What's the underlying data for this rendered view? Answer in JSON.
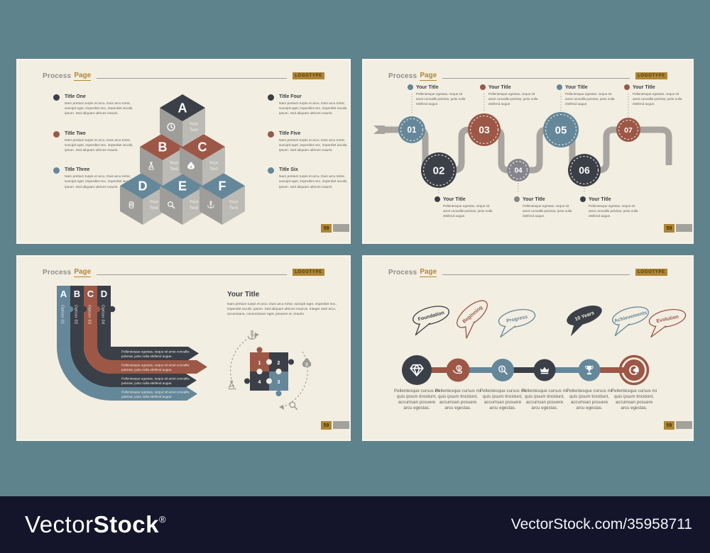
{
  "page": {
    "background_color": "#5f838c",
    "watermark": {
      "brand_thin": "Vector",
      "brand_bold": "Stock",
      "registered": "®",
      "site_ref": "VectorStock.com/35958711",
      "bar_color": "#14142a"
    }
  },
  "colors": {
    "slide_bg": "#f2eee1",
    "dark": "#3b3f47",
    "red": "#9c5746",
    "blue": "#64879a",
    "gray": "#85848c",
    "path": "#a8a5a0",
    "gold": "#af8534",
    "face_left": "#9e9d9a",
    "face_right": "#bcbab5",
    "icon_gray": "#9b9a95",
    "text_dark": "#3a3e46",
    "text_body": "#5e5e60"
  },
  "slides": {
    "cubes": {
      "header": {
        "left": "Process",
        "accent": "Page",
        "logotype": "LOGOTYPE"
      },
      "page_number": "59",
      "left_items": [
        {
          "title": "Title One",
          "dot_color": "dark",
          "body": "Nam pretium turpis et arcu. Duis arcu tortor, suscipit eget, imperdiet nec, imperdiet iaculis, ipsum. Sed aliquam ultrices mauris."
        },
        {
          "title": "Title Two",
          "dot_color": "red",
          "body": "Nam pretium turpis et arcu. Duis arcu tortor, suscipit eget, imperdiet nec, imperdiet iaculis, ipsum. Sed aliquam ultrices mauris."
        },
        {
          "title": "Title Three",
          "dot_color": "blue",
          "body": "Nam pretium turpis et arcu. Duis arcu tortor, suscipit eget, imperdiet nec, imperdiet iaculis, ipsum. Sed aliquam ultrices mauris."
        }
      ],
      "right_items": [
        {
          "title": "Title Four",
          "dot_color": "dark",
          "body": "Nam pretium turpis et arcu. Duis arcu tortor, suscipit eget, imperdiet nec, imperdiet iaculis, ipsum. Sed aliquam ultrices mauris."
        },
        {
          "title": "Title Five",
          "dot_color": "red",
          "body": "Nam pretium turpis et arcu. Duis arcu tortor, suscipit eget, imperdiet nec, imperdiet iaculis, ipsum. Sed aliquam ultrices mauris."
        },
        {
          "title": "Title Six",
          "dot_color": "blue",
          "body": "Nam pretium turpis et arcu. Duis arcu tortor, suscipit eget, imperdiet nec, imperdiet iaculis, ipsum. Sed aliquam ultrices mauris."
        }
      ],
      "cubes": [
        {
          "letter": "A",
          "top_color": "dark",
          "icon": "clock",
          "side_text": "Your Text"
        },
        {
          "letter": "B",
          "top_color": "red",
          "icon": "flask",
          "side_text": "Your Text"
        },
        {
          "letter": "C",
          "top_color": "red",
          "icon": "money-bag",
          "side_text": "Your Text"
        },
        {
          "letter": "D",
          "top_color": "blue",
          "icon": "database",
          "side_text": "Your Text"
        },
        {
          "letter": "E",
          "top_color": "blue",
          "icon": "magnifier",
          "side_text": "Your Text"
        },
        {
          "letter": "F",
          "top_color": "blue",
          "icon": "anchor",
          "side_text": "Your Text"
        }
      ]
    },
    "timeline": {
      "header": {
        "left": "Process",
        "accent": "Page",
        "logotype": "LOGOTYPE"
      },
      "page_number": "59",
      "top_captions": [
        {
          "title": "Your Title",
          "dot_color": "blue",
          "body": "Pellentesque egestas, neque sit amet convallis pulvinar, justo nulla eleifend augue."
        },
        {
          "title": "Your Title",
          "dot_color": "red",
          "body": "Pellentesque egestas, neque sit amet convallis pulvinar, justo nulla eleifend augue."
        },
        {
          "title": "Your Title",
          "dot_color": "blue",
          "body": "Pellentesque egestas, neque sit amet convallis pulvinar, justo nulla eleifend augue."
        },
        {
          "title": "Your Title",
          "dot_color": "red",
          "body": "Pellentesque egestas, neque sit amet convallis pulvinar, justo nulla eleifend augue."
        }
      ],
      "bottom_captions": [
        {
          "title": "Your Title",
          "dot_color": "dark",
          "body": "Pellentesque egestas, neque sit amet convallis pulvinar, justo nulla eleifend augue."
        },
        {
          "title": "Your Title",
          "dot_color": "gray",
          "body": "Pellentesque egestas, neque sit amet convallis pulvinar, justo nulla eleifend augue."
        },
        {
          "title": "Your Title",
          "dot_color": "dark",
          "body": "Pellentesque egestas, neque sit amet convallis pulvinar, justo nulla eleifend augue."
        }
      ],
      "points": [
        {
          "num": "01",
          "color": "blue",
          "row": "top"
        },
        {
          "num": "02",
          "color": "dark",
          "row": "bottom"
        },
        {
          "num": "03",
          "color": "red",
          "row": "top"
        },
        {
          "num": "04",
          "color": "gray",
          "row": "bottom"
        },
        {
          "num": "05",
          "color": "blue",
          "row": "top"
        },
        {
          "num": "06",
          "color": "dark",
          "row": "bottom"
        },
        {
          "num": "07",
          "color": "red",
          "row": "top"
        }
      ]
    },
    "bend": {
      "header": {
        "left": "Process",
        "accent": "Page",
        "logotype": "LOGOTYPE"
      },
      "page_number": "59",
      "bands": [
        {
          "letter": "A",
          "option_label": "Option 01",
          "color": "blue",
          "arrow_text": "Pellentesque egestas, neque sit amet convallis pulvinar, justo nulla eleifend augue."
        },
        {
          "letter": "B",
          "option_label": "Option 02",
          "color": "dark",
          "arrow_text": "Pellentesque egestas, neque sit amet convallis pulvinar, justo nulla eleifend augue."
        },
        {
          "letter": "C",
          "option_label": "Option 03",
          "color": "red",
          "arrow_text": "Pellentesque egestas, neque sit amet convallis pulvinar, justo nulla eleifend augue."
        },
        {
          "letter": "D",
          "option_label": "Option 04",
          "color": "dark",
          "arrow_text": "Pellentesque egestas, neque sit amet convallis pulvinar, justo nulla eleifend augue."
        }
      ],
      "title_block": {
        "title": "Your Title",
        "body": "Nam pretium turpis et arcu. Duis arcu tortor, suscipit eget, imperdiet nec, imperdiet iaculis, ipsum. Sed aliquam ultrices maurus. Integer ante arcu, accumsana, consectetuer eget, posuere ut, mauris."
      },
      "puzzle_pieces": [
        {
          "num": "1",
          "color": "red"
        },
        {
          "num": "2",
          "color": "dark"
        },
        {
          "num": "3",
          "color": "blue"
        },
        {
          "num": "4",
          "color": "dark"
        }
      ],
      "orbit_icons": [
        "anchor",
        "money-bag",
        "magnifier",
        "flask"
      ]
    },
    "milestones": {
      "header": {
        "left": "Process",
        "accent": "Page",
        "logotype": "LOGOTYPE"
      },
      "page_number": "59",
      "items": [
        {
          "bubble_label": "Foundation",
          "bubble_style": "outline",
          "color": "dark",
          "icon": "diamond",
          "body": "Pellentesque cursus mi quis ipsum tincidunt, accumsan posuere arcu egestas."
        },
        {
          "bubble_label": "Beginning",
          "bubble_style": "outline",
          "color": "red",
          "icon": "money-hand",
          "body": "Pellentesque cursus mi quis ipsum tincidunt, accumsan posuere arcu egestas."
        },
        {
          "bubble_label": "Progress",
          "bubble_style": "outline",
          "color": "blue",
          "icon": "search-dollar",
          "body": "Pellentesque cursus mi quis ipsum tincidunt, accumsan posuere arcu egestas."
        },
        {
          "bubble_label": "10 Years",
          "bubble_style": "filled",
          "color": "dark",
          "icon": "crown",
          "body": "Pellentesque cursus mi quis ipsum tincidunt, accumsan posuere arcu egestas."
        },
        {
          "bubble_label": "Achievements",
          "bubble_style": "outline",
          "color": "blue",
          "icon": "trophy",
          "body": "Pellentesque cursus mi quis ipsum tincidunt, accumsan posuere arcu egestas."
        },
        {
          "bubble_label": "Evolution",
          "bubble_style": "outline",
          "color": "red",
          "icon": "globe",
          "ring": true,
          "body": "Pellentesque cursus mi quis ipsum tincidunt, accumsan posuere arcu egestas."
        }
      ],
      "connector_colors": [
        "red",
        "blue",
        "dark",
        "blue",
        "red"
      ]
    }
  }
}
